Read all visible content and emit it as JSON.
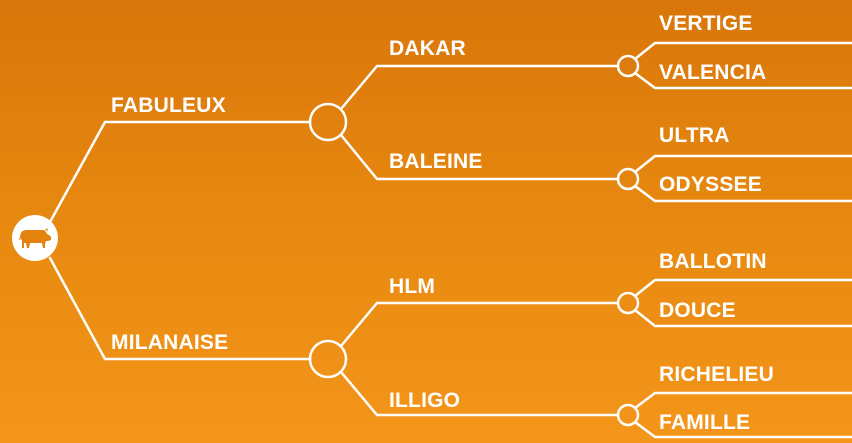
{
  "root": {
    "icon": "cow-icon"
  },
  "colors": {
    "background_top": "#d9760b",
    "background_bottom": "#f4961a",
    "line": "#ffffff"
  },
  "branches": [
    {
      "label": "FABULEUX",
      "children": [
        {
          "label": "DAKAR",
          "leaves": [
            "VERTIGE",
            "VALENCIA"
          ]
        },
        {
          "label": "BALEINE",
          "leaves": [
            "ULTRA",
            "ODYSSEE"
          ]
        }
      ]
    },
    {
      "label": "MILANAISE",
      "children": [
        {
          "label": "HLM",
          "leaves": [
            "BALLOTIN",
            "DOUCE"
          ]
        },
        {
          "label": "ILLIGO",
          "leaves": [
            "RICHELIEU",
            "FAMILLE"
          ]
        }
      ]
    }
  ]
}
